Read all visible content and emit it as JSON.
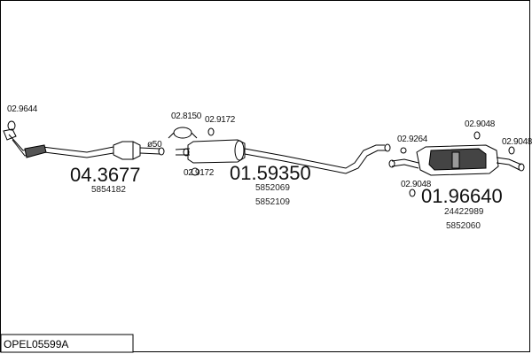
{
  "diagram": {
    "code": "OPEL05599A",
    "parts": {
      "front_pipe": {
        "number": "04.3677",
        "refs": [
          "5854182"
        ]
      },
      "middle_silencer": {
        "number": "01.59350",
        "refs": [
          "5852069",
          "5852109"
        ]
      },
      "rear_silencer": {
        "number": "01.96640",
        "refs": [
          "24422989",
          "5852060"
        ]
      }
    },
    "accessories": {
      "gasket_front": "02.9644",
      "flange_gasket": "02.8150",
      "clamp_top": "02.9172",
      "clamp_bottom": "02.9172",
      "diameter_mark": "ø50",
      "hanger_left": "02.9264",
      "hanger_top": "02.9048",
      "hanger_right": "02.9048",
      "hanger_bottom": "02.9048"
    }
  }
}
